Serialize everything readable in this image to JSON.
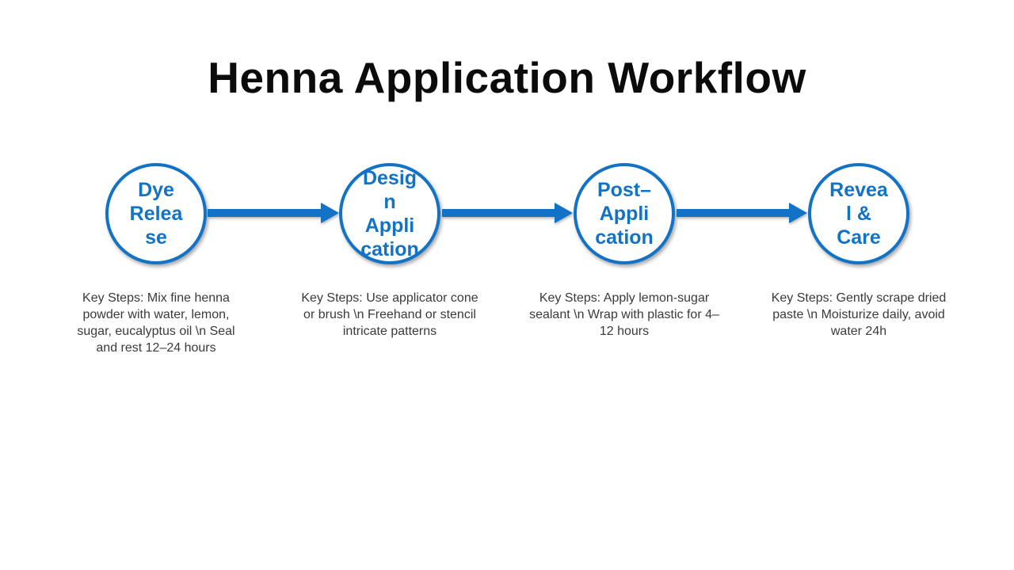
{
  "title": "Henna Application Workflow",
  "colors": {
    "accent_blue": "#1272C5",
    "title_text": "#0B0B0B",
    "body_text": "#3A3A3A",
    "background": "#FFFFFF"
  },
  "steps": [
    {
      "label": "Dye\nRelea\nse",
      "description": "Key Steps: Mix fine henna powder with water, lemon, sugar, eucalyptus oil \\n Seal and rest 12–24 hours"
    },
    {
      "label": "Desig\nn\nAppli\ncation",
      "description": "Key Steps: Use applicator cone or brush \\n Freehand or stencil intricate patterns"
    },
    {
      "label": "Post–\nAppli\ncation",
      "description": "Key Steps: Apply lemon-sugar sealant \\n Wrap with plastic for 4–12 hours"
    },
    {
      "label": "Revea\nl &\nCare",
      "description": "Key Steps: Gently scrape dried paste \\n Moisturize daily, avoid water 24h"
    }
  ]
}
